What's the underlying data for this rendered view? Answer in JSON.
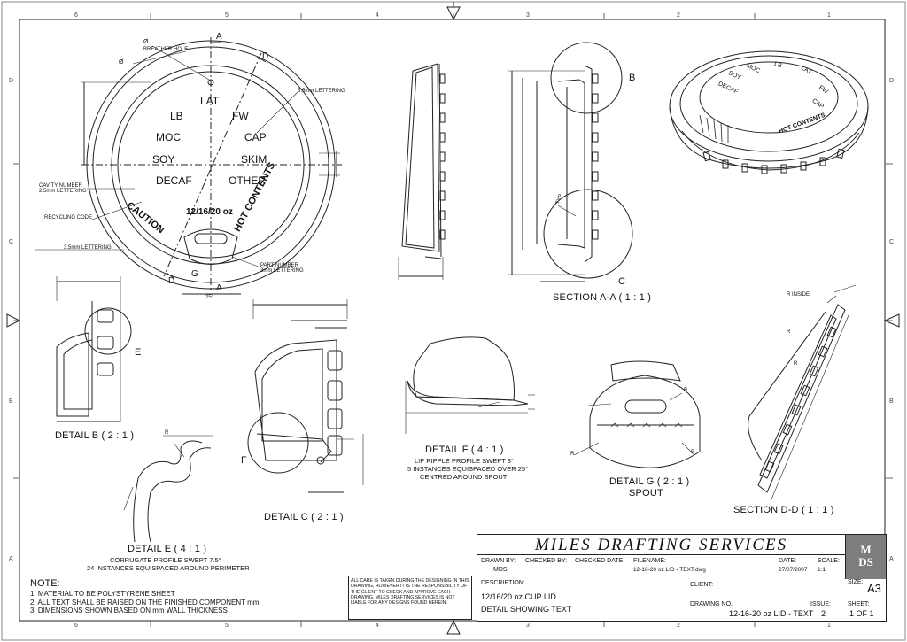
{
  "grid": {
    "cols_top": [
      "6",
      "5",
      "4",
      "3",
      "2",
      "1"
    ],
    "rows_side": [
      "D",
      "C",
      "B",
      "A"
    ]
  },
  "plan_view": {
    "label_A_top": "A",
    "label_A_bottom": "A",
    "label_D_top": "D",
    "label_D_bottom": "D",
    "label_G": "G",
    "breather_hole": "BREATHER HOLE",
    "dia_symbol_1": "Ø",
    "dia_symbol_2": "Ø",
    "lettering_35_top": "3.5mm LETTERING",
    "cavity_number": "CAVITY NUMBER\n2.5mm LETTERING",
    "recycling_code": "RECYCLING CODE",
    "lettering_35_left": "3.5mm LETTERING",
    "part_number": "PART NUMBER\n3mm LETTERING",
    "angle_25": "25°",
    "words": {
      "lat": "LAT",
      "lb": "LB",
      "fw": "FW",
      "moc": "MOC",
      "cap": "CAP",
      "soy": "SOY",
      "skim": "SKIM",
      "decaf": "DECAF",
      "other": "OTHER",
      "size": "12/16/20 oz",
      "caution": "CAUTION",
      "hot_contents": "HOT CONTENTS"
    }
  },
  "section_aa": {
    "title": "SECTION A-A  ( 1 : 1 )",
    "label_b": "B",
    "label_c": "C",
    "typ": "TYP"
  },
  "detail_b": {
    "title": "DETAIL B  ( 2 : 1 )",
    "label_e": "E"
  },
  "detail_c": {
    "title": "DETAIL C  ( 2 : 1 )",
    "label_f": "F"
  },
  "detail_e": {
    "title": "DETAIL E  ( 4 : 1 )",
    "line1": "CORRUGATE PROFILE SWEPT 7.5°",
    "line2": "24 INSTANCES EQUISPACED AROUND PERIMETER",
    "r": "R"
  },
  "detail_f": {
    "title": "DETAIL F  ( 4 : 1 )",
    "line1": "LIP RIPPLE PROFILE SWEPT 3°",
    "line2": "5 INSTANCES EQUISPACED OVER 25°",
    "line3": "CENTRED AROUND SPOUT"
  },
  "detail_g": {
    "title": "DETAIL G  ( 2 : 1 )",
    "sub": "SPOUT",
    "r1": "R",
    "r2": "R",
    "r3": "R"
  },
  "section_dd": {
    "title": "SECTION D-D  ( 1 : 1 )",
    "r_inside": "R   INSIDE",
    "r1": "R",
    "r2": "R"
  },
  "iso_words": {
    "lb": "LB",
    "lat": "LAT",
    "moc": "MOC",
    "soy": "SOY",
    "fw": "FW",
    "decaf": "DECAF",
    "cap": "CAP",
    "hot": "HOT CONTENTS"
  },
  "notes": {
    "heading": "NOTE:",
    "n1": "1. MATERIAL TO BE POLYSTYRENE SHEET",
    "n2": "2. ALL TEXT SHALL BE RAISED ON THE FINISHED COMPONENT       mm",
    "n3": "3. DIMENSIONS SHOWN BASED ON       mm WALL THICKNESS"
  },
  "disclaimer": "ALL CARE IS TAKEN DURING THE DESIGNING IN THIS DRAWING, HOWEVER IT IS THE RESPONSIBILITY OF THE CLIENT TO CHECK AND APPROVE EACH DRAWING.  MILES DRAFTING SERVICES IS NOT LIABLE FOR ANY DESIGNS FOUND HEREIN.",
  "title_block": {
    "company": "MILES DRAFTING SERVICES",
    "logo_top": "M",
    "logo_bottom": "DS",
    "drawn_by_label": "DRAWN BY:",
    "drawn_by": "MDS",
    "checked_by_label": "CHECKED BY:",
    "checked_date_label": "CHECKED DATE:",
    "filename_label": "FILENAME:",
    "filename": "12-16-20 oz LID - TEXT.dwg",
    "date_label": "DATE:",
    "date": "27/07/2007",
    "scale_label": "SCALE:",
    "scale": "1:1",
    "size_label": "SIZE:",
    "size": "A3",
    "description_label": "DESCRIPTION:",
    "description_1": "12/16/20 oz CUP LID",
    "description_2": "DETAIL SHOWING TEXT",
    "client_label": "CLIENT:",
    "drawing_no_label": "DRAWING NO.",
    "drawing_no": "12-16-20 oz LID - TEXT",
    "issue_label": "ISSUE:",
    "issue": "2",
    "sheet_label": "SHEET:",
    "sheet": "1 OF 1"
  }
}
